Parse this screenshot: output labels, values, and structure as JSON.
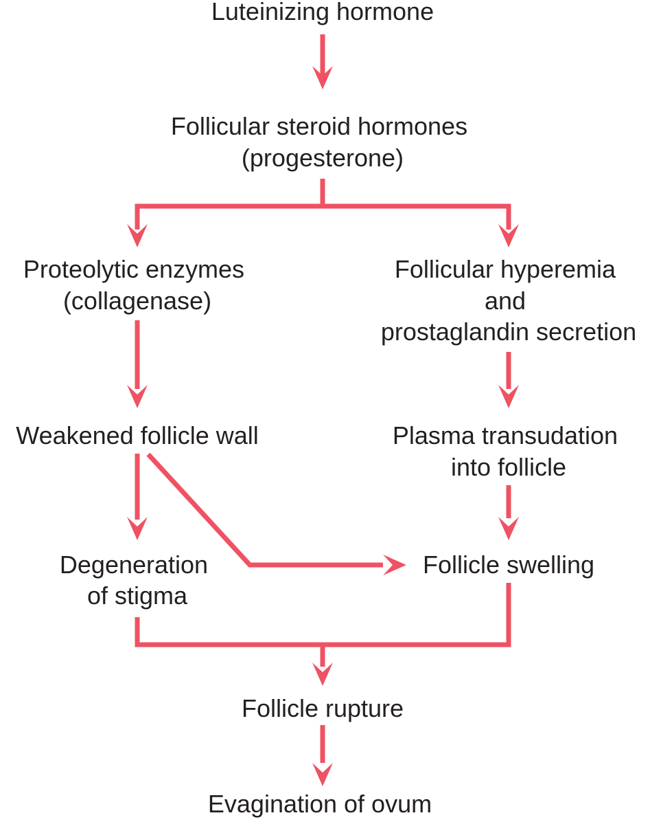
{
  "colors": {
    "arrow": "#ee5263",
    "text": "#231f20",
    "background": "#ffffff"
  },
  "nodes": {
    "luteinizing_hormone": [
      "Luteinizing hormone"
    ],
    "follicular_steroid_hormones": [
      "Follicular steroid hormones",
      "(progesterone)"
    ],
    "proteolytic_enzymes": [
      "Proteolytic enzymes",
      "(collagenase)"
    ],
    "follicular_hyperemia": [
      "Follicular hyperemia",
      "and",
      "prostaglandin secretion"
    ],
    "weakened_follicle_wall": [
      "Weakened follicle wall"
    ],
    "plasma_transudation": [
      "Plasma transudation",
      "into follicle"
    ],
    "degeneration_of_stigma": [
      "Degeneration",
      "of stigma"
    ],
    "follicle_swelling": [
      "Follicle swelling"
    ],
    "follicle_rupture": [
      "Follicle rupture"
    ],
    "evagination_of_ovum": [
      "Evagination of ovum"
    ]
  },
  "edges": [
    {
      "from": "luteinizing_hormone",
      "to": "follicular_steroid_hormones"
    },
    {
      "from": "follicular_steroid_hormones",
      "to": "proteolytic_enzymes"
    },
    {
      "from": "follicular_steroid_hormones",
      "to": "follicular_hyperemia"
    },
    {
      "from": "proteolytic_enzymes",
      "to": "weakened_follicle_wall"
    },
    {
      "from": "follicular_hyperemia",
      "to": "plasma_transudation"
    },
    {
      "from": "weakened_follicle_wall",
      "to": "degeneration_of_stigma"
    },
    {
      "from": "weakened_follicle_wall",
      "to": "follicle_swelling"
    },
    {
      "from": "plasma_transudation",
      "to": "follicle_swelling"
    },
    {
      "from": "degeneration_of_stigma",
      "to": "follicle_rupture"
    },
    {
      "from": "follicle_swelling",
      "to": "follicle_rupture"
    },
    {
      "from": "follicle_rupture",
      "to": "evagination_of_ovum"
    }
  ]
}
